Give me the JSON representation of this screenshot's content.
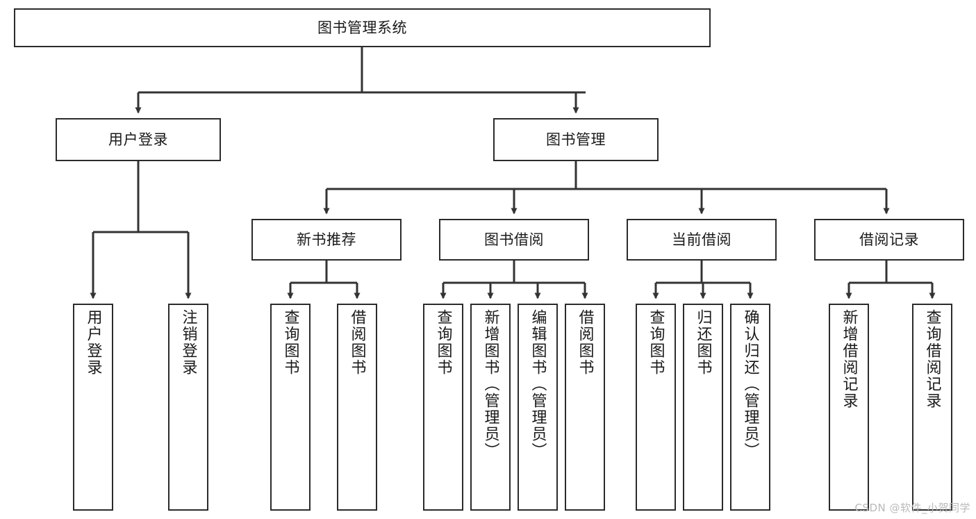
{
  "diagram": {
    "title": "图书管理系统",
    "type": "tree-hierarchy-chart",
    "colors": {
      "box_border": "#2b2b2b",
      "box_fill": "#ffffff",
      "edge": "#333333",
      "text": "#1a1a1a",
      "watermark": "#b9b9b9",
      "background": "#ffffff"
    },
    "watermark": "CSDN @软件_小贺同学",
    "nodes": {
      "root": {
        "label": "图书管理系统"
      },
      "level1": [
        {
          "label": "用户登录"
        },
        {
          "label": "图书管理"
        }
      ],
      "level2": [
        {
          "label": "新书推荐"
        },
        {
          "label": "图书借阅"
        },
        {
          "label": "当前借阅"
        },
        {
          "label": "借阅记录"
        }
      ],
      "leaves": {
        "user_login": [
          {
            "label": "用户登录"
          },
          {
            "label": "注销登录"
          }
        ],
        "new_book_recommend": [
          {
            "label": "查询图书"
          },
          {
            "label": "借阅图书"
          }
        ],
        "book_borrow": [
          {
            "label": "查询图书"
          },
          {
            "label": "新增图书（管理员）"
          },
          {
            "label": "编辑图书（管理员）"
          },
          {
            "label": "借阅图书"
          }
        ],
        "current_borrow": [
          {
            "label": "查询图书"
          },
          {
            "label": "归还图书"
          },
          {
            "label": "确认归还（管理员）"
          }
        ],
        "borrow_record": [
          {
            "label": "新增借阅记录"
          },
          {
            "label": "查询借阅记录"
          }
        ]
      }
    }
  }
}
